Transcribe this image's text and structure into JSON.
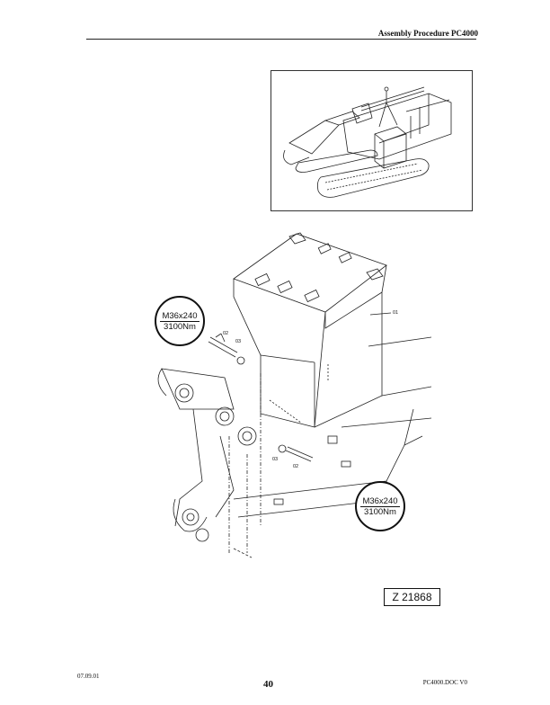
{
  "header": {
    "title": "Assembly Procedure PC4000"
  },
  "figure": {
    "part_labels": {
      "counterweight": "01",
      "bolt_upper": "02",
      "washer_upper": "03",
      "washer_lower": "03",
      "bolt_lower": "02"
    },
    "torque_spec_upper": {
      "size": "M36x240",
      "torque": "3100Nm"
    },
    "torque_spec_lower": {
      "size": "M36x240",
      "torque": "3100Nm"
    },
    "figure_code": "Z 21868"
  },
  "footer": {
    "date": "07.09.01",
    "page_number": "40",
    "doc_ref": "PC4000.DOC V0"
  }
}
